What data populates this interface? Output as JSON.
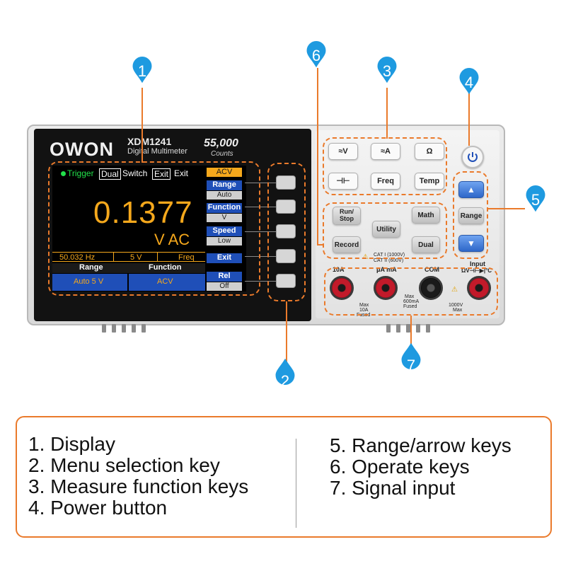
{
  "device": {
    "brand": "OWON",
    "model": "XDM1241",
    "subtitle": "Digital Multimeter",
    "counts_value": "55,000",
    "counts_label": "Counts"
  },
  "screen": {
    "trigger": "Trigger",
    "dual": "Dual",
    "switch": "Switch",
    "exit_box": "Exit",
    "exit": "Exit",
    "reading": "0.1377",
    "unit": "V AC",
    "status": [
      "50.032 Hz",
      "5 V",
      "Freq"
    ],
    "headers": [
      "Range",
      "Function"
    ],
    "values": [
      "Auto 5 V",
      "ACV"
    ],
    "soft_labels": [
      {
        "top": "ACV",
        "bottom": ""
      },
      {
        "top": "Range",
        "bottom": "Auto"
      },
      {
        "top": "Function",
        "bottom": "V"
      },
      {
        "top": "Speed",
        "bottom": "Low"
      },
      {
        "top": "Exit",
        "bottom": ""
      },
      {
        "top": "Rel",
        "bottom": "Off"
      }
    ]
  },
  "keys": {
    "measure": [
      "≈V",
      "≈A",
      "Ω",
      "⊣⊢",
      "Freq",
      "Temp"
    ],
    "operate": [
      "Run/ Stop",
      "Math",
      "Utility",
      "Record",
      "Dual"
    ],
    "range": [
      "▲",
      "Range",
      "▼"
    ]
  },
  "panel_text": {
    "cat1": "CAT I (1000V)",
    "cat2": "CAT II (600V)",
    "input": "Input",
    "jacks": [
      "10A",
      "μA mA",
      "COM",
      "ΩV⊣⊢▶|°C"
    ],
    "fuse_10a": [
      "Max",
      "10A",
      "Fused"
    ],
    "fuse_600ma": [
      "Max",
      "600mA",
      "Fused"
    ],
    "max_v": [
      "1000V",
      "Max"
    ]
  },
  "callouts": [
    "1",
    "2",
    "3",
    "4",
    "5",
    "6",
    "7"
  ],
  "legend": {
    "left": [
      "1. Display",
      "2. Menu selection key",
      "3. Measure function keys",
      "4. Power button"
    ],
    "right": [
      "5. Range/arrow keys",
      "6. Operate keys",
      "7. Signal input"
    ]
  },
  "colors": {
    "accent_orange": "#ea7a2b",
    "pin_blue": "#1e9ae0",
    "reading_amber": "#f5a81c",
    "screen_blue": "#1f4fb8",
    "jack_red": "#c21a2a"
  }
}
